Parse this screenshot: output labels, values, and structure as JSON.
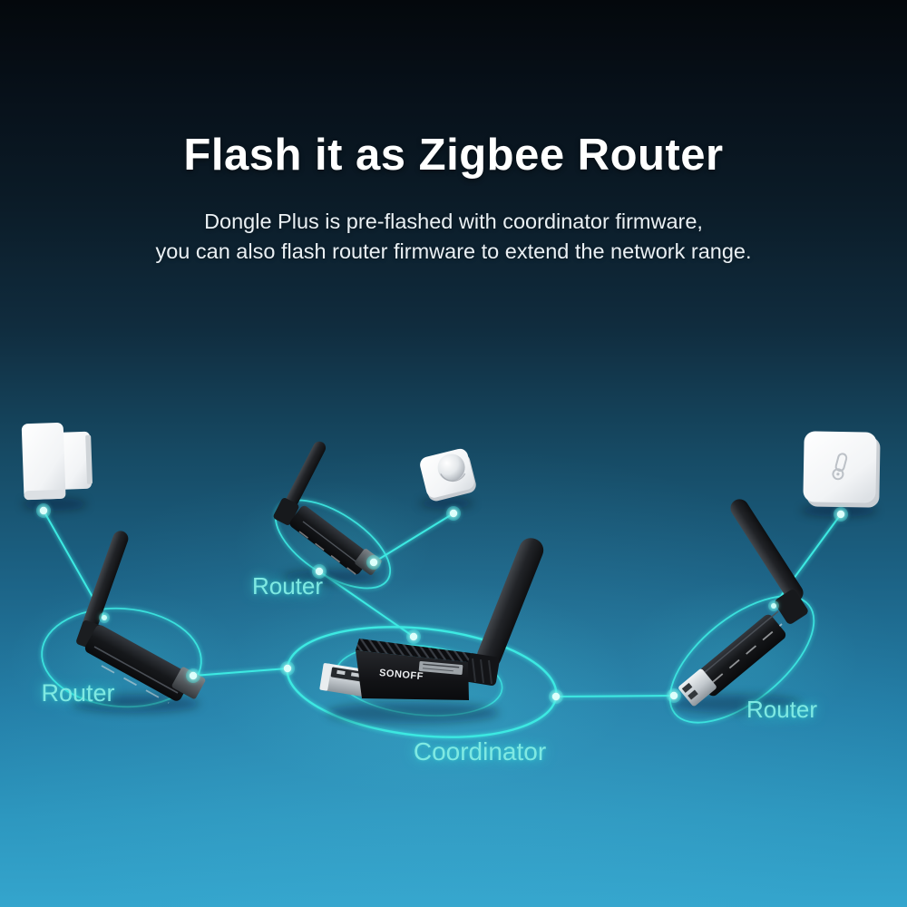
{
  "page": {
    "title": "Flash it as Zigbee Router",
    "subtitle_line1": "Dongle Plus is pre-flashed with coordinator firmware,",
    "subtitle_line2": "you can also flash router firmware to extend the network range."
  },
  "colors": {
    "accent_teal": "#3ce9e2",
    "label_teal": "#7fe9e2",
    "title_white": "#ffffff",
    "background_top": "#04080c",
    "background_bottom": "#34a5cd"
  },
  "diagram": {
    "coordinator": {
      "label": "Coordinator",
      "device_brand": "SONOFF"
    },
    "routers": [
      {
        "label": "Router",
        "position": "left"
      },
      {
        "label": "Router",
        "position": "top-middle"
      },
      {
        "label": "Router",
        "position": "right"
      }
    ],
    "end_devices": [
      {
        "name": "door-window-sensor"
      },
      {
        "name": "motion-sensor"
      },
      {
        "name": "temperature-humidity-sensor"
      }
    ]
  }
}
